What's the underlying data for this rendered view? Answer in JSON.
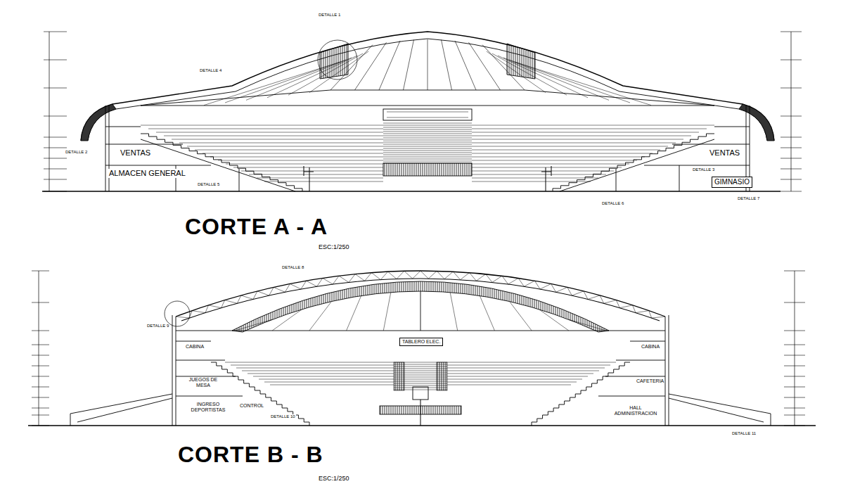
{
  "diagram": {
    "nodes": [
      {
        "text": [
          "TABLERO ELEC."
        ]
      },
      {
        "text": [
          "GIMNASIO"
        ]
      }
    ],
    "labels": [
      "DETALLE 1",
      "DETALLE 4",
      "VENTAS",
      "VENTAS",
      "DETALLE 2",
      "DETALLE 3",
      "ALMACEN GENERAL",
      "DETALLE 5",
      "DETALLE 6",
      "DETALLE 7",
      "CORTE A - A",
      "ESC:1/250",
      "DETALLE 8",
      "DETALLE 9",
      "CABINA",
      "CABINA",
      "JUEGOS DE MESA",
      "CAFETERIA",
      "INGRESO DEPORTISTAS",
      "CONTROL",
      "HALL ADMINISTRACION",
      "DETALLE 10",
      "DETALLE 11",
      "CORTE B - B",
      "ESC:1/250"
    ]
  }
}
